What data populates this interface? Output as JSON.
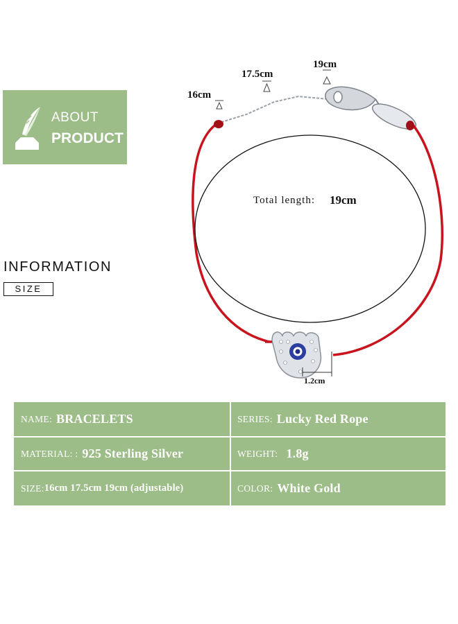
{
  "about": {
    "line1": "ABOUT",
    "line2": "PRODUCT",
    "icon": "quill-ink-icon"
  },
  "info": {
    "title": "INFORMATION",
    "badge": "SIZE"
  },
  "product": {
    "label_16": "16cm",
    "label_175": "17.5cm",
    "label_19": "19cm",
    "total_label": "Total length:",
    "total_value": "19cm",
    "charm_width": "1.2cm",
    "colors": {
      "rope": "#c8141e",
      "metal": "#c8ccd2",
      "stone": "#1d2f8a"
    }
  },
  "specs": {
    "row1": {
      "left_label": "NAME:",
      "left_value": "BRACELETS",
      "right_label": "SERIES:",
      "right_value": "Lucky Red Rope"
    },
    "row2": {
      "left_label": "MATERIAL: :",
      "left_value": "925 Sterling Silver",
      "right_label": "WEIGHT:",
      "right_value": "1.8g"
    },
    "row3": {
      "left_label": "SIZE:",
      "left_value": "16cm 17.5cm 19cm (adjustable)",
      "right_label": "COLOR:",
      "right_value": "White Gold"
    }
  },
  "colors": {
    "accent_green": "#9cbc88",
    "text_dark": "#111111"
  }
}
